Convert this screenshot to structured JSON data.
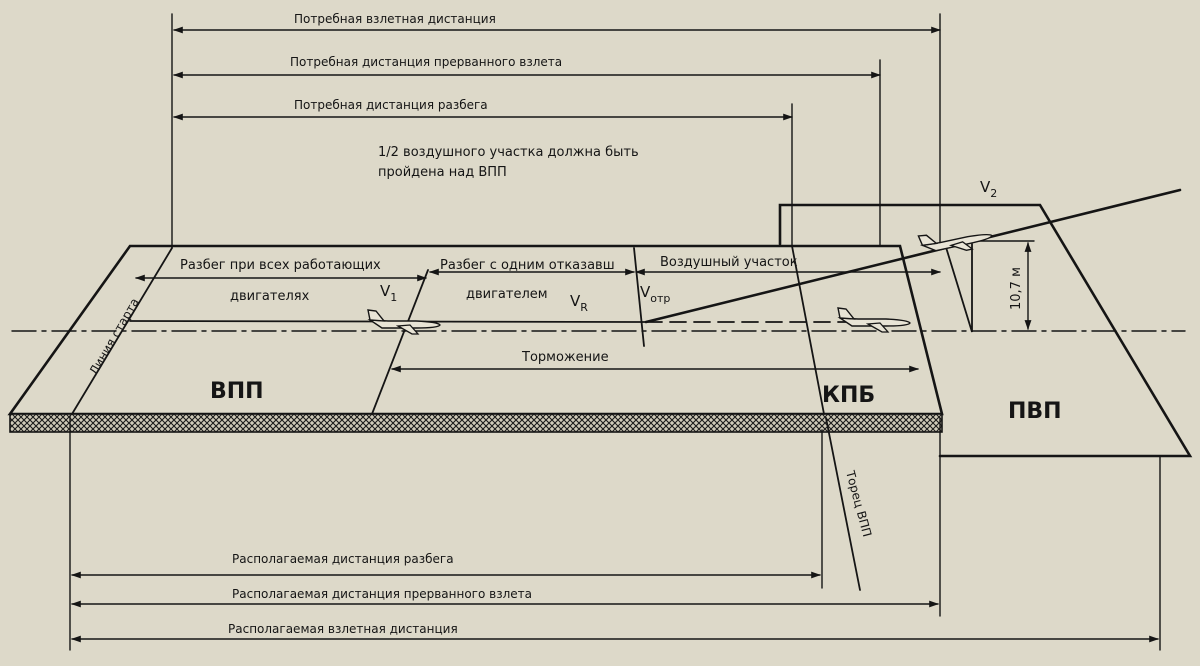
{
  "labels": {
    "required_takeoff_distance": "Потребная взлетная дистанция",
    "required_rejected_takeoff_distance": "Потребная дистанция прерванного взлета",
    "required_takeoff_run": "Потребная дистанция разбега",
    "half_air_segment_line1": "1/2 воздушного участка должна быть",
    "half_air_segment_line2": "пройдена над ВПП",
    "run_all_engines_line1": "Разбег при всех работающих",
    "run_all_engines_line2": "двигателях",
    "run_one_failed_line1": "Разбег с одним отказавш",
    "run_one_failed_line2": "двигателем",
    "air_segment": "Воздушный участок",
    "braking": "Торможение",
    "start_line": "Линия старта",
    "runway_end": "Торец ВПП",
    "height": "10,7 м",
    "available_takeoff_run": "Располагаемая дистанция разбега",
    "available_rejected_takeoff_distance": "Располагаемая дистанция прерванного взлета",
    "available_takeoff_distance": "Располагаемая взлетная дистанция"
  },
  "areas": {
    "runway": "ВПП",
    "stopway": "КПБ",
    "clearway": "ПВП"
  },
  "speeds": {
    "v1_main": "V",
    "v1_sub": "1",
    "vr_main": "V",
    "vr_sub": "R",
    "votr_main": "V",
    "votr_sub": "отр",
    "v2_main": "V",
    "v2_sub": "2"
  }
}
